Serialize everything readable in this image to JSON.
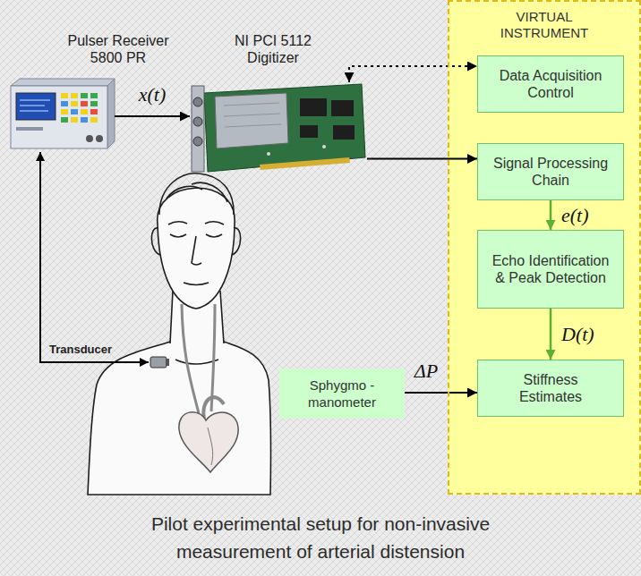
{
  "diagram": {
    "caption": "Pilot experimental setup for non-invasive measurement of arterial distension",
    "nodes": [
      {
        "text": [
          "Pulser Receiver 5800 PR"
        ]
      },
      {
        "text": [
          "NI PCI 5112 Digitizer"
        ]
      },
      {
        "text": [
          "VIRTUAL INSTRUMENT"
        ]
      },
      {
        "text": [
          "Data Acquisition Control"
        ],
        "in": 2
      },
      {
        "text": [
          "Signal Processing Chain"
        ],
        "in": 2
      },
      {
        "text": [
          "Echo Identification & Peak Detection"
        ],
        "in": 2
      },
      {
        "text": [
          "Sphygmo - manometer"
        ]
      },
      {
        "text": [
          "Stiffness Estimates"
        ],
        "in": 2
      }
    ],
    "edges": [
      {
        "from": 0,
        "to": 1,
        "label": "x(t)",
        "arrow": "to"
      },
      {
        "from": 1,
        "to": 3,
        "arrow": "both"
      },
      {
        "from": 1,
        "to": 4,
        "arrow": "to"
      },
      {
        "from": 4,
        "to": 5,
        "label": "e(t)",
        "arrow": "to"
      },
      {
        "from": 5,
        "to": 7,
        "label": "D(t)",
        "arrow": "to"
      },
      {
        "from": 6,
        "to": 7,
        "label": "ΔP",
        "arrow": "to"
      }
    ],
    "labels": [
      "Transducer"
    ]
  }
}
